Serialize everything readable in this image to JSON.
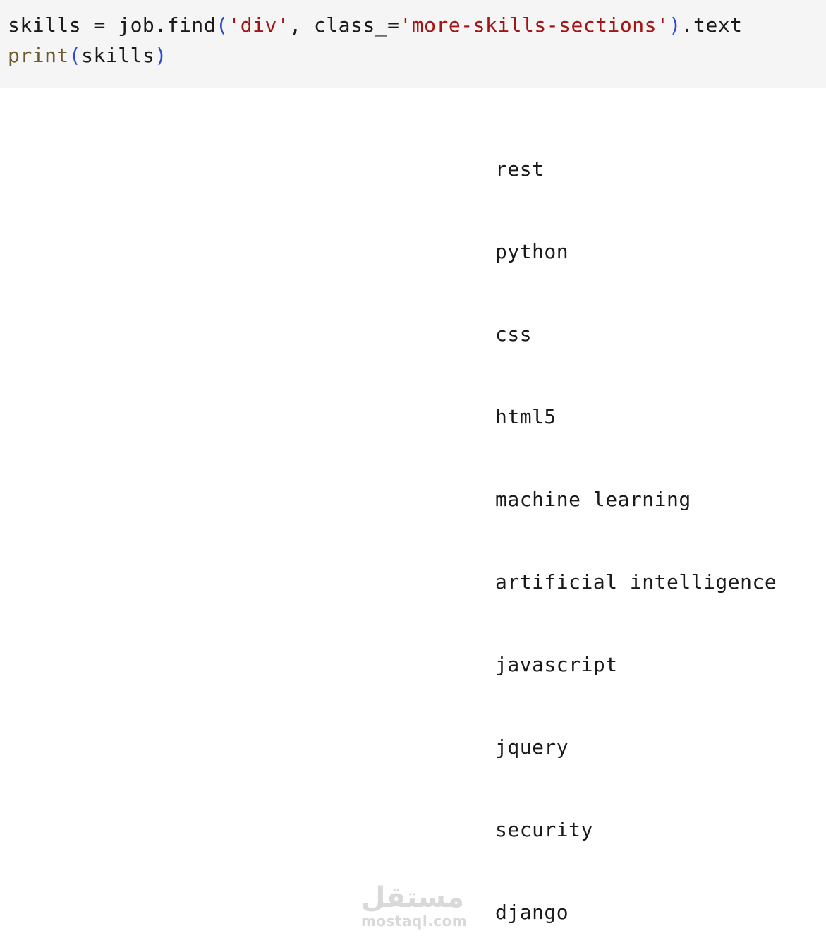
{
  "code": {
    "line1": {
      "part1": "skills = job.find",
      "open_paren": "(",
      "str1": "'div'",
      "part2": ", class_=",
      "str2": "'more-skills-sections'",
      "close_paren": ")",
      "part3": ".text"
    },
    "line2": {
      "fn": "print",
      "open_paren": "(",
      "arg": "skills",
      "close_paren": ")"
    }
  },
  "output": {
    "items": [
      "rest",
      "python",
      "css",
      "html5",
      "machine learning",
      "artificial intelligence",
      "javascript",
      "jquery",
      "security",
      "django"
    ]
  },
  "watermark": {
    "logo_text": "مستقل",
    "domain": "mostaql.com"
  },
  "colors": {
    "code_background": "#f5f5f5",
    "string": "#a31515",
    "paren": "#2b4bd6",
    "builtin": "#6b5a2c",
    "watermark": "#d9d9d9"
  }
}
